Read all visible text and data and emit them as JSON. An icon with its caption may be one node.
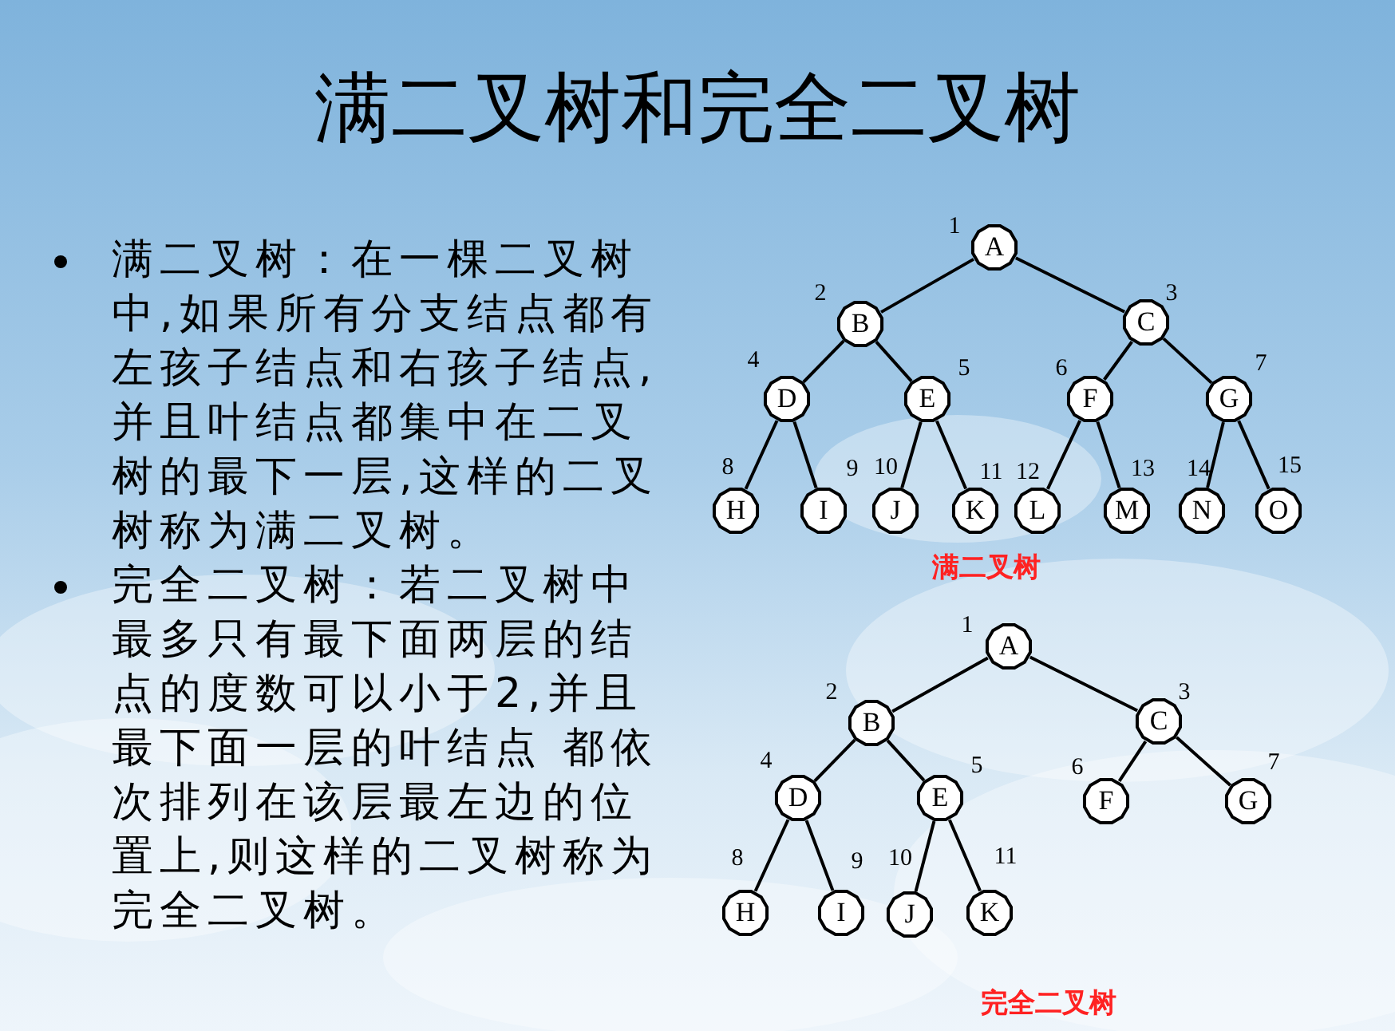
{
  "diagram": {
    "title": "满二叉树和完全二叉树",
    "nodes": [
      {
        "text": [
          "A"
        ],
        "beside": [
          "1"
        ]
      },
      {
        "text": [
          "B"
        ],
        "beside": [
          "2"
        ]
      },
      {
        "text": [
          "C"
        ],
        "beside": [
          "3"
        ]
      },
      {
        "text": [
          "D"
        ],
        "beside": [
          "4"
        ]
      },
      {
        "text": [
          "E"
        ],
        "beside": [
          "5"
        ]
      },
      {
        "text": [
          "F"
        ],
        "beside": [
          "6"
        ]
      },
      {
        "text": [
          "G"
        ],
        "beside": [
          "7"
        ]
      },
      {
        "text": [
          "H"
        ],
        "beside": [
          "8"
        ]
      },
      {
        "text": [
          "I"
        ],
        "beside": [
          "9"
        ]
      },
      {
        "text": [
          "J"
        ],
        "beside": [
          "10"
        ]
      },
      {
        "text": [
          "K"
        ],
        "beside": [
          "11"
        ]
      },
      {
        "text": [
          "L"
        ],
        "beside": [
          "12"
        ]
      },
      {
        "text": [
          "M"
        ],
        "beside": [
          "13"
        ]
      },
      {
        "text": [
          "N"
        ],
        "beside": [
          "14"
        ]
      },
      {
        "text": [
          "O"
        ],
        "beside": [
          "15"
        ]
      },
      {
        "text": [
          "A"
        ],
        "beside": [
          "1"
        ]
      },
      {
        "text": [
          "B"
        ],
        "beside": [
          "2"
        ]
      },
      {
        "text": [
          "C"
        ],
        "beside": [
          "3"
        ]
      },
      {
        "text": [
          "D"
        ],
        "beside": [
          "4"
        ]
      },
      {
        "text": [
          "E"
        ],
        "beside": [
          "5"
        ]
      },
      {
        "text": [
          "F"
        ],
        "beside": [
          "6"
        ]
      },
      {
        "text": [
          "G"
        ],
        "beside": [
          "7"
        ]
      },
      {
        "text": [
          "H"
        ],
        "beside": [
          "8"
        ]
      },
      {
        "text": [
          "I"
        ],
        "beside": [
          "9"
        ]
      },
      {
        "text": [
          "J"
        ],
        "beside": [
          "10"
        ]
      },
      {
        "text": [
          "K"
        ],
        "beside": [
          "11"
        ]
      }
    ],
    "edges": [
      {
        "from": 0,
        "to": 1,
        "arrow": "none"
      },
      {
        "from": 0,
        "to": 2,
        "arrow": "none"
      },
      {
        "from": 1,
        "to": 3,
        "arrow": "none"
      },
      {
        "from": 1,
        "to": 4,
        "arrow": "none"
      },
      {
        "from": 2,
        "to": 5,
        "arrow": "none"
      },
      {
        "from": 2,
        "to": 6,
        "arrow": "none"
      },
      {
        "from": 3,
        "to": 7,
        "arrow": "none"
      },
      {
        "from": 3,
        "to": 8,
        "arrow": "none"
      },
      {
        "from": 4,
        "to": 9,
        "arrow": "none"
      },
      {
        "from": 4,
        "to": 10,
        "arrow": "none"
      },
      {
        "from": 5,
        "to": 11,
        "arrow": "none"
      },
      {
        "from": 5,
        "to": 12,
        "arrow": "none"
      },
      {
        "from": 6,
        "to": 13,
        "arrow": "none"
      },
      {
        "from": 6,
        "to": 14,
        "arrow": "none"
      },
      {
        "from": 15,
        "to": 16,
        "arrow": "none"
      },
      {
        "from": 15,
        "to": 17,
        "arrow": "none"
      },
      {
        "from": 16,
        "to": 18,
        "arrow": "none"
      },
      {
        "from": 16,
        "to": 19,
        "arrow": "none"
      },
      {
        "from": 17,
        "to": 20,
        "arrow": "none"
      },
      {
        "from": 17,
        "to": 21,
        "arrow": "none"
      },
      {
        "from": 18,
        "to": 22,
        "arrow": "none"
      },
      {
        "from": 18,
        "to": 23,
        "arrow": "none"
      },
      {
        "from": 19,
        "to": 24,
        "arrow": "none"
      },
      {
        "from": 19,
        "to": 25,
        "arrow": "none"
      }
    ],
    "labels": [
      "满二叉树：在一棵二叉树中,如果所有分支结点都有左孩子结点和右孩子结点,并且叶结点都集中在二叉树的最下一层,这样的二叉树称为满二叉树。",
      "完全二叉树：若二叉树中最多只有最下面两层的结点的度数可以小于2,并且最下面一层的叶结点 都依次排列在该层最左边的位置上,则这样的二叉树称为完全二叉树。",
      "满二叉树",
      "完全二叉树"
    ]
  }
}
